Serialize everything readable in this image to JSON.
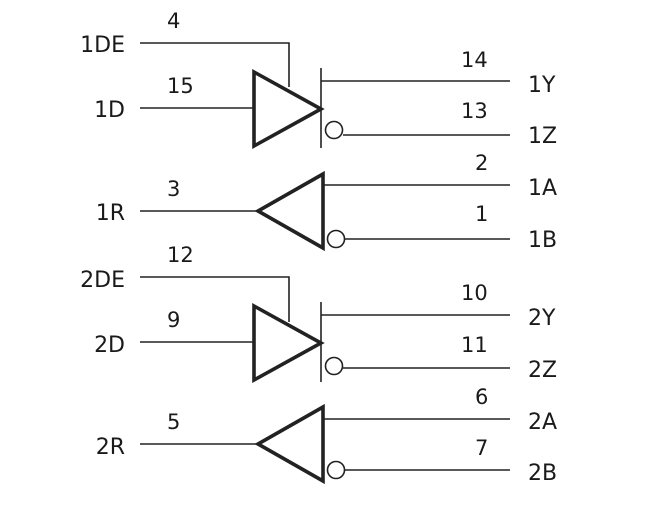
{
  "signals": {
    "de1": "1DE",
    "d1": "1D",
    "y1": "1Y",
    "z1": "1Z",
    "r1": "1R",
    "a1": "1A",
    "b1": "1B",
    "de2": "2DE",
    "d2": "2D",
    "y2": "2Y",
    "z2": "2Z",
    "r2": "2R",
    "a2": "2A",
    "b2": "2B"
  },
  "pins": {
    "de1": "4",
    "d1": "15",
    "y1": "14",
    "z1": "13",
    "r1": "3",
    "a1": "2",
    "b1": "1",
    "de2": "12",
    "d2": "9",
    "y2": "10",
    "z2": "11",
    "r2": "5",
    "a2": "6",
    "b2": "7"
  }
}
